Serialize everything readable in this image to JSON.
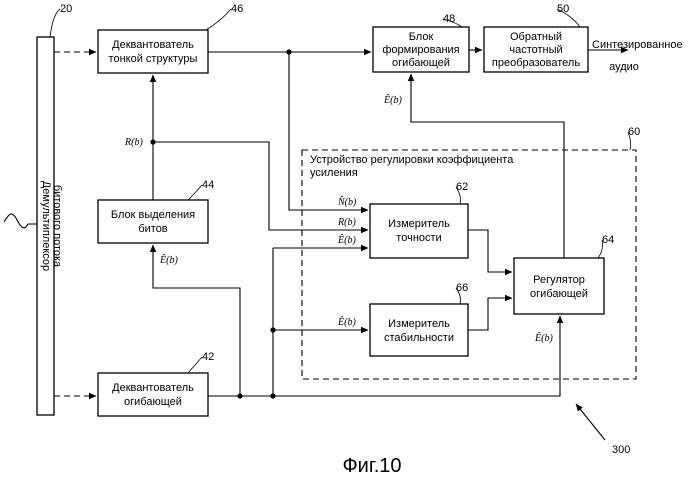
{
  "blocks": {
    "demux": {
      "ref": "20",
      "lines": [
        "Демультиплексор",
        "битового потока"
      ]
    },
    "fine_dequant": {
      "ref": "46",
      "lines": [
        "Деквантователь",
        "тонкой структуры"
      ]
    },
    "envelope_former": {
      "ref": "48",
      "lines": [
        "Блок",
        "формирования",
        "огибающей"
      ]
    },
    "inverse_freq": {
      "ref": "50",
      "lines": [
        "Обратный",
        "частотный",
        "преобразователь"
      ]
    },
    "bit_alloc": {
      "ref": "44",
      "lines": [
        "Блок выделения",
        "битов"
      ]
    },
    "env_dequant": {
      "ref": "42",
      "lines": [
        "Деквантователь",
        "огибающей"
      ]
    },
    "accuracy": {
      "ref": "62",
      "lines": [
        "Измеритель",
        "точности"
      ]
    },
    "stability": {
      "ref": "66",
      "lines": [
        "Измеритель",
        "стабильности"
      ]
    },
    "env_regulator": {
      "ref": "64",
      "lines": [
        "Регулятор",
        "огибающей"
      ]
    }
  },
  "gain_device": {
    "ref": "60",
    "lines": [
      "Устройство регулировки коэффициента",
      "усиления"
    ]
  },
  "output": {
    "lines": [
      "Синтезированное",
      "аудио"
    ]
  },
  "signals": {
    "r": "R(b)",
    "e_hat": "Ê(b)",
    "n_hat": "N̂(b)"
  },
  "system_ref": "300",
  "caption": "Фиг.10"
}
